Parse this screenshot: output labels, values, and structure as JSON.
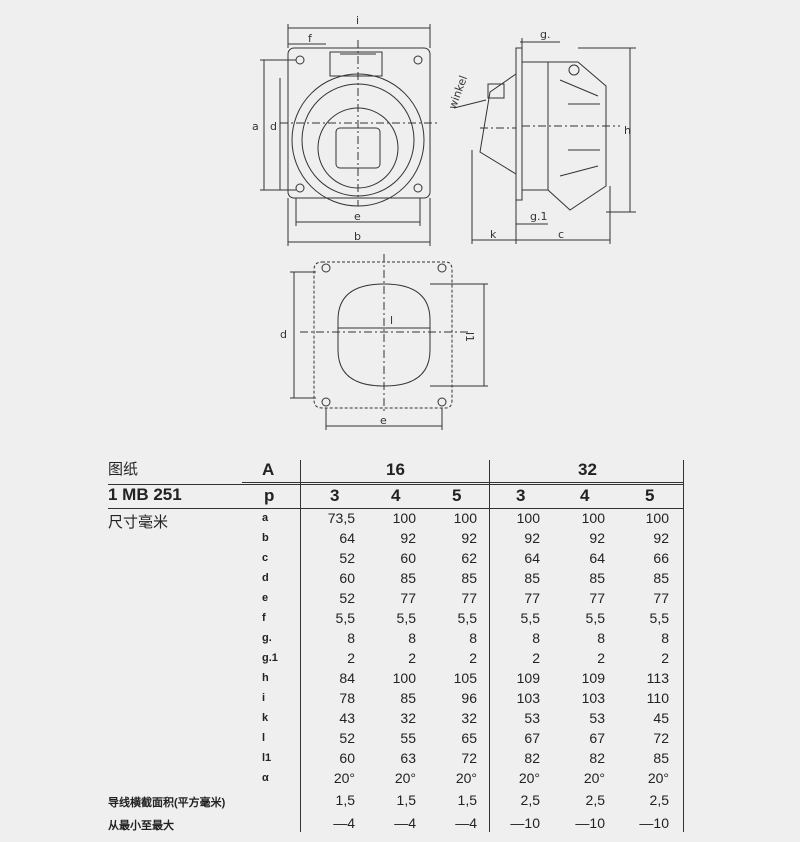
{
  "drawing_labels": {
    "i": "i",
    "f": "f",
    "a": "a",
    "d": "d",
    "e": "e",
    "b": "b",
    "g": "g.",
    "g1": "g.1",
    "h": "h",
    "k": "k",
    "c": "c",
    "winkel": "winkel",
    "l": "l",
    "l1": "l1",
    "d2": "d",
    "e2": "e"
  },
  "table": {
    "title_left": "图纸",
    "model": "1 MB 251",
    "dims_caption": "尺寸毫米",
    "col_A": "A",
    "col_p": "p",
    "group_16": "16",
    "group_32": "32",
    "p_values": [
      "3",
      "4",
      "5",
      "3",
      "4",
      "5"
    ],
    "rows": [
      {
        "label": "a",
        "values": [
          "73,5",
          "100",
          "100",
          "100",
          "100",
          "100"
        ]
      },
      {
        "label": "b",
        "values": [
          "64",
          "92",
          "92",
          "92",
          "92",
          "92"
        ]
      },
      {
        "label": "c",
        "values": [
          "52",
          "60",
          "62",
          "64",
          "64",
          "66"
        ]
      },
      {
        "label": "d",
        "values": [
          "60",
          "85",
          "85",
          "85",
          "85",
          "85"
        ]
      },
      {
        "label": "e",
        "values": [
          "52",
          "77",
          "77",
          "77",
          "77",
          "77"
        ]
      },
      {
        "label": "f",
        "values": [
          "5,5",
          "5,5",
          "5,5",
          "5,5",
          "5,5",
          "5,5"
        ]
      },
      {
        "label": "g.",
        "values": [
          "8",
          "8",
          "8",
          "8",
          "8",
          "8"
        ]
      },
      {
        "label": "g.1",
        "values": [
          "2",
          "2",
          "2",
          "2",
          "2",
          "2"
        ]
      },
      {
        "label": "h",
        "values": [
          "84",
          "100",
          "105",
          "109",
          "109",
          "113"
        ]
      },
      {
        "label": "i",
        "values": [
          "78",
          "85",
          "96",
          "103",
          "103",
          "110"
        ]
      },
      {
        "label": "k",
        "values": [
          "43",
          "32",
          "32",
          "53",
          "53",
          "45"
        ]
      },
      {
        "label": "l",
        "values": [
          "52",
          "55",
          "65",
          "67",
          "67",
          "72"
        ]
      },
      {
        "label": "l1",
        "values": [
          "60",
          "63",
          "72",
          "82",
          "82",
          "85"
        ]
      },
      {
        "label": "α",
        "values": [
          "20°",
          "20°",
          "20°",
          "20°",
          "20°",
          "20°"
        ]
      }
    ],
    "cable_label": "导线横截面积(平方毫米)",
    "cable_values": [
      "1,5",
      "1,5",
      "1,5",
      "2,5",
      "2,5",
      "2,5"
    ],
    "range_label": "从最小至最大",
    "range_values": [
      "—4",
      "—4",
      "—4",
      "—10",
      "—10",
      "—10"
    ]
  }
}
